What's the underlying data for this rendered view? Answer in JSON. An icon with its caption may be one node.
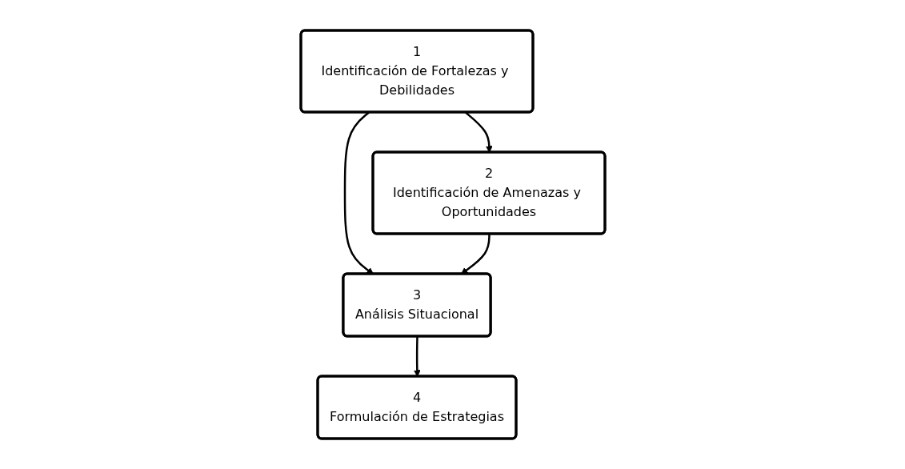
{
  "diagram": {
    "nodes": [
      {
        "text": [
          "1",
          "Identificación de Fortalezas y Debilidades"
        ]
      },
      {
        "text": [
          "2",
          "Identificación de Amenazas y Oportunidades"
        ]
      },
      {
        "text": [
          "3",
          "Análisis Situacional"
        ]
      },
      {
        "text": [
          "4",
          "Formulación de Estrategias"
        ]
      }
    ],
    "edges": [
      {
        "from": 0,
        "to": 1,
        "arrow": "to"
      },
      {
        "from": 0,
        "to": 2,
        "arrow": "to"
      },
      {
        "from": 1,
        "to": 2,
        "arrow": "to"
      },
      {
        "from": 2,
        "to": 3,
        "arrow": "to"
      }
    ]
  }
}
